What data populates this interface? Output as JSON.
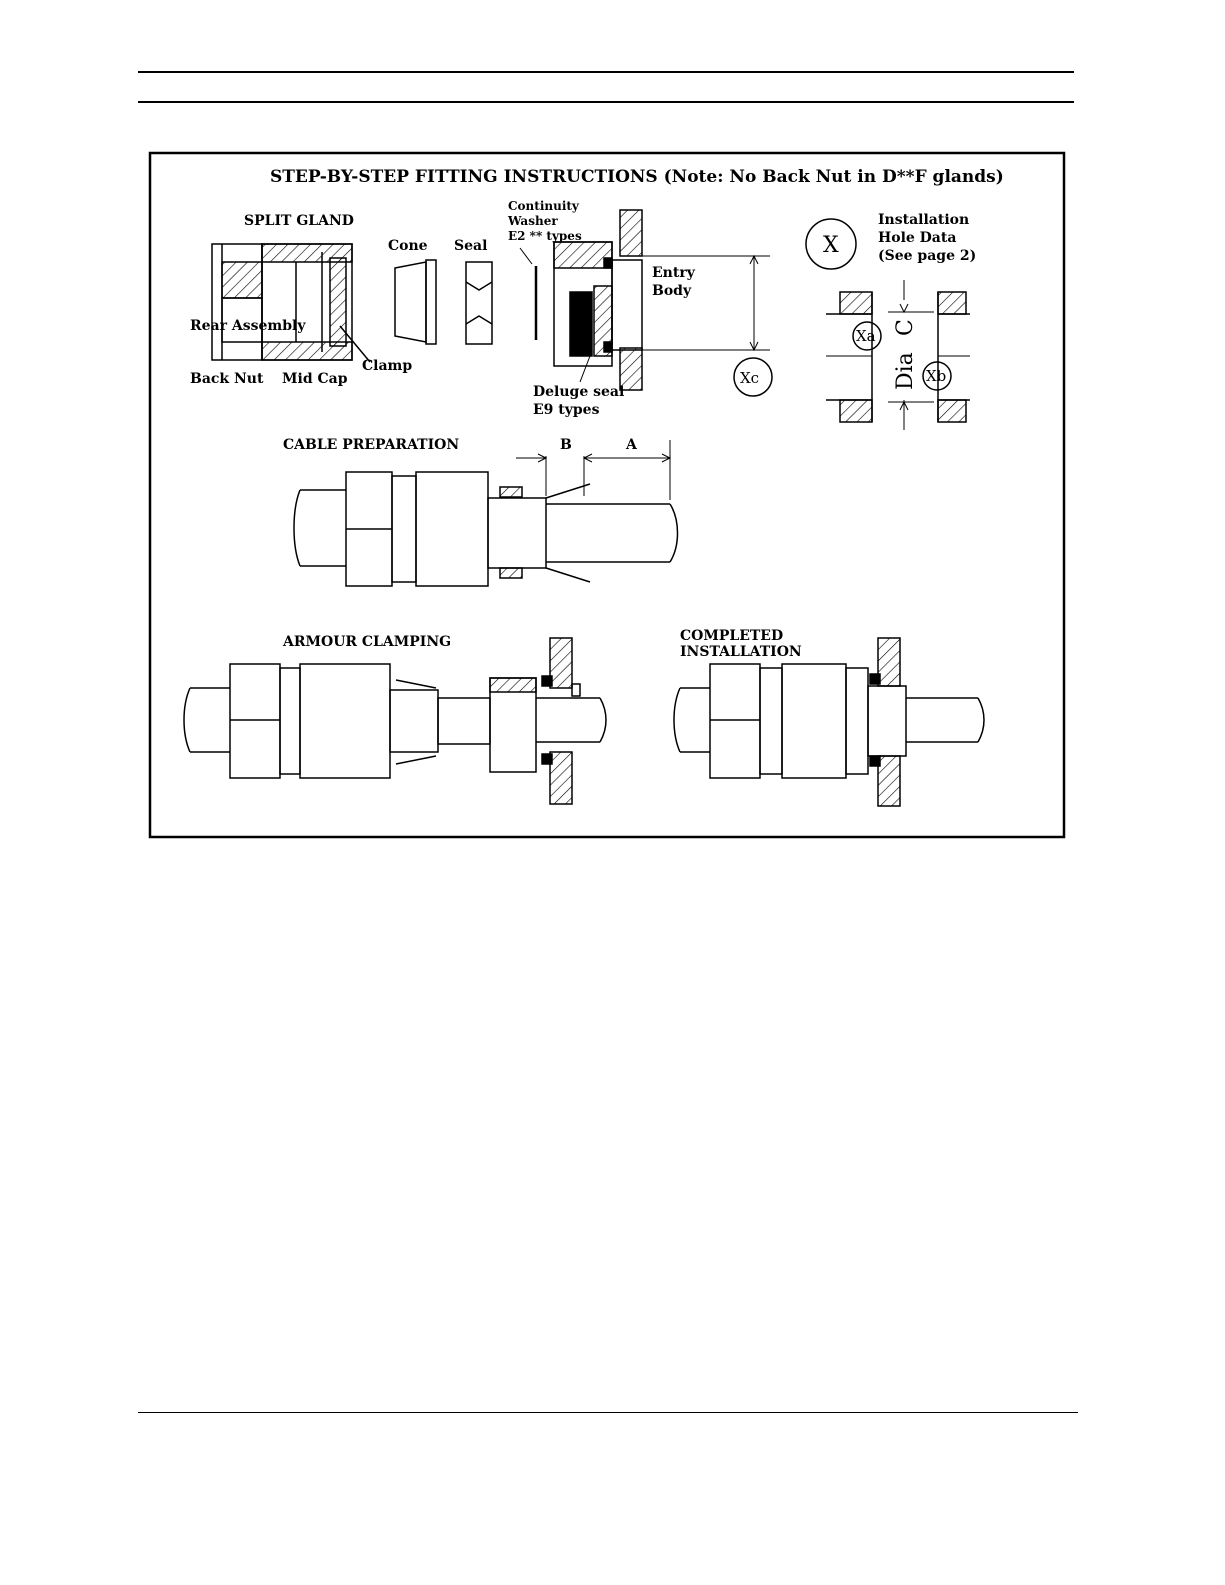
{
  "figure": {
    "title": "STEP-BY-STEP FITTING INSTRUCTIONS (Note: No Back Nut in D**F glands)",
    "split_gland": {
      "heading": "SPLIT GLAND",
      "rear_assembly": "Rear Assembly",
      "back_nut": "Back Nut",
      "mid_cap": "Mid Cap",
      "clamp": "Clamp",
      "cone": "Cone",
      "seal": "Seal",
      "continuity_washer": [
        "Continuity",
        "Washer",
        "E2 ** types"
      ],
      "entry_body": [
        "Entry",
        "Body"
      ],
      "deluge_seal": [
        "Deluge seal",
        "E9 types"
      ]
    },
    "hole_data": {
      "symbol": "X",
      "caption": [
        "Installation",
        "Hole Data",
        "(See page 2)"
      ],
      "xa": "Xa",
      "xb": "Xb",
      "xc": "Xc",
      "dia": "Dia",
      "c": "C"
    },
    "cable_preparation": {
      "heading": "CABLE PREPARATION",
      "dim_a": "A",
      "dim_b": "B"
    },
    "armour_clamping": {
      "heading": "ARMOUR CLAMPING"
    },
    "completed": {
      "heading": [
        "COMPLETED",
        "INSTALLATION"
      ]
    }
  }
}
